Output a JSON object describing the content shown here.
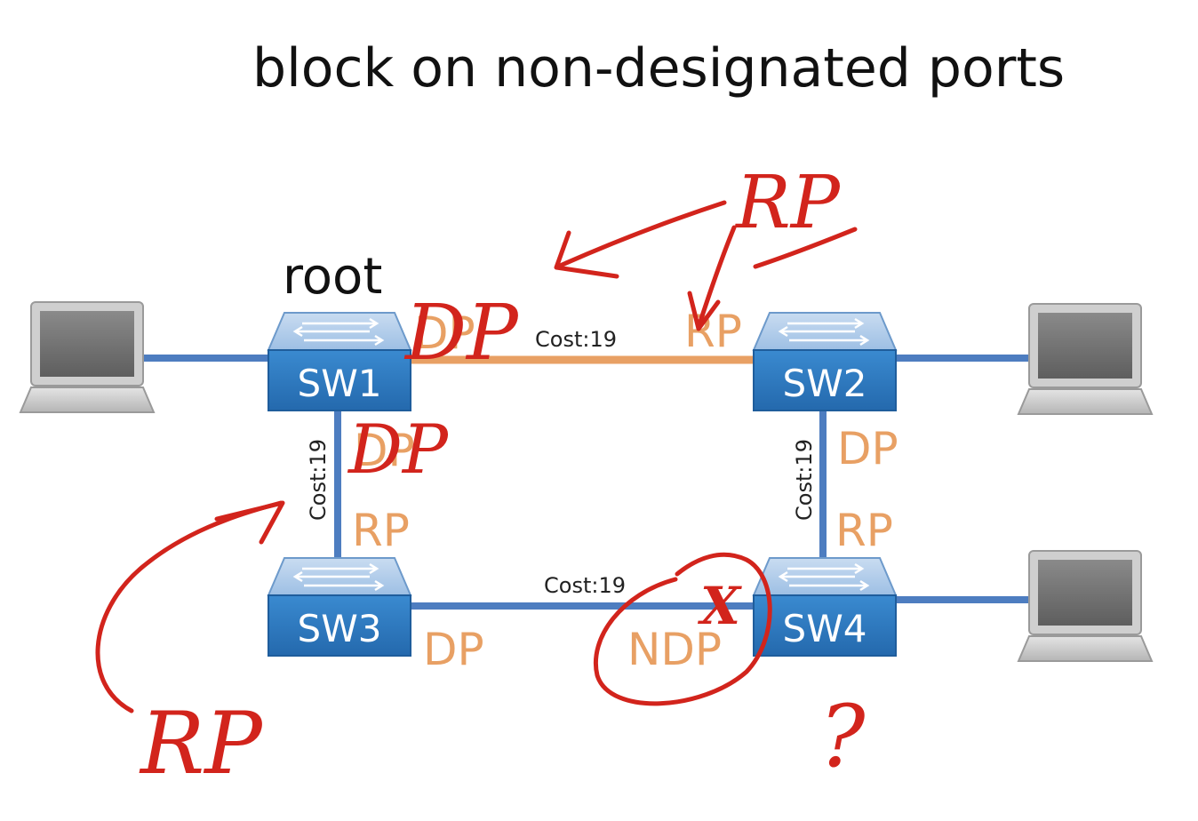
{
  "title": "block on non-designated ports",
  "root_label": "root",
  "switches": {
    "sw1": "SW1",
    "sw2": "SW2",
    "sw3": "SW3",
    "sw4": "SW4"
  },
  "links": {
    "sw1_sw2_cost": "Cost:19",
    "sw1_sw3_cost": "Cost:19",
    "sw2_sw4_cost": "Cost:19",
    "sw3_sw4_cost": "Cost:19"
  },
  "ports": {
    "sw1_right": "DP",
    "sw2_left": "RP",
    "sw1_bottom": "DP",
    "sw3_top": "RP",
    "sw2_bottom": "DP",
    "sw4_top": "RP",
    "sw3_right": "DP",
    "sw4_left": "NDP"
  },
  "annotations": {
    "rp_top": "RP",
    "dp_sw1": "DP",
    "dp_sw1_bottom": "DP",
    "rp_bottom_left": "RP",
    "blocked_mark": "X",
    "question_mark": "?"
  },
  "colors": {
    "switch_blue": "#2f7dc4",
    "link_blue": "#4d7dc0",
    "link_orange": "#e8a064",
    "port_orange": "#e8a064",
    "ink_red": "#d2241c"
  }
}
